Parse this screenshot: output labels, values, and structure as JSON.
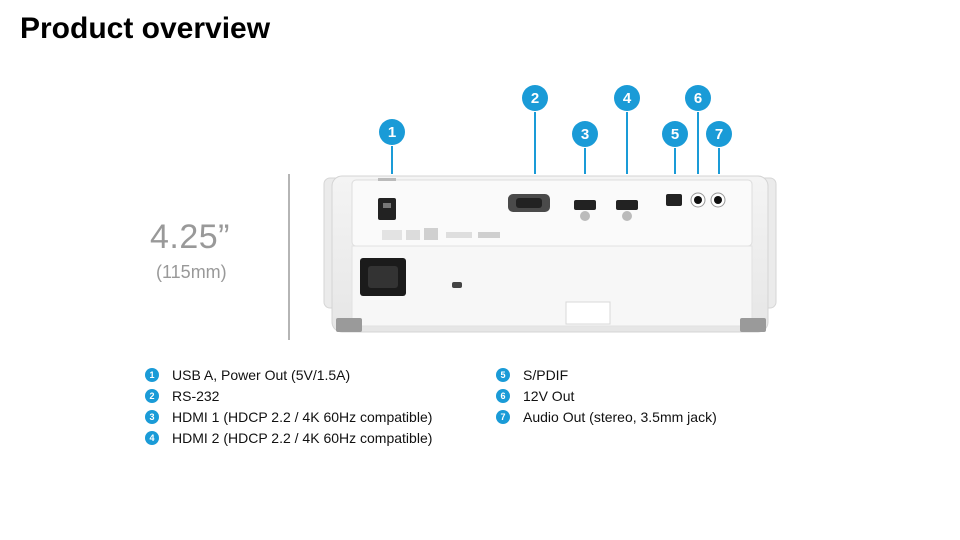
{
  "page": {
    "title": "Product overview"
  },
  "dimension": {
    "value": "4.25”",
    "metric": "(115mm)"
  },
  "callouts": [
    "1",
    "2",
    "3",
    "4",
    "5",
    "6",
    "7"
  ],
  "legend": {
    "left": [
      {
        "num": "1",
        "text": "USB A, Power Out (5V/1.5A)"
      },
      {
        "num": "2",
        "text": "RS-232"
      },
      {
        "num": "3",
        "text": "HDMI 1 (HDCP 2.2 / 4K 60Hz compatible)"
      },
      {
        "num": "4",
        "text": "HDMI 2 (HDCP 2.2 / 4K 60Hz compatible)"
      }
    ],
    "right": [
      {
        "num": "5",
        "text": "S/PDIF"
      },
      {
        "num": "6",
        "text": "12V Out"
      },
      {
        "num": "7",
        "text": "Audio Out (stereo, 3.5mm jack)"
      }
    ]
  },
  "colors": {
    "accent": "#1a9bd7",
    "dimension_text": "#999999"
  }
}
